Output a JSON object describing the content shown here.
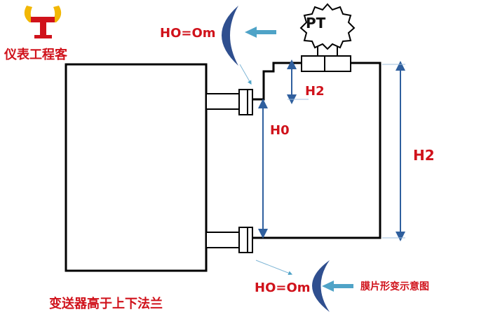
{
  "brand": {
    "name": "仪表工程客"
  },
  "labels": {
    "pt": "PT",
    "ho_top": "HO=Om",
    "ho_bottom": "HO=Om",
    "h2_small": "H2",
    "h0": "H0",
    "h2_big": "H2"
  },
  "captions": {
    "main": "变送器高于上下法兰",
    "diaphragm": "膜片形变示意图"
  },
  "colors": {
    "label_red": "#d0121b",
    "dimension_blue": "#2f5f9e",
    "moon_blue": "#2f4f8f",
    "arrow_cyan": "#4fa3c7",
    "outline": "#000000",
    "logo_yellow": "#f2b705"
  }
}
